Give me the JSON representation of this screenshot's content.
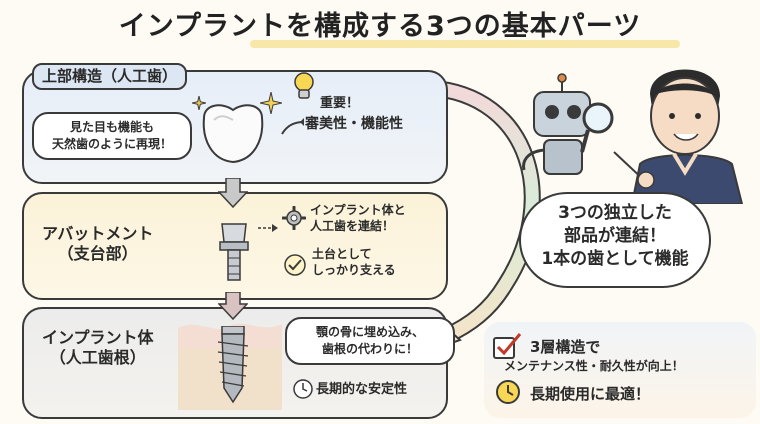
{
  "title": "インプラントを構成する3つの基本パーツ",
  "sections": {
    "top": {
      "tag": "上部構造（人工歯）",
      "bubble": [
        "見た目も機能も",
        "天然歯のように再現！"
      ],
      "notes": {
        "important": "重要！",
        "features": "審美性・機能性"
      }
    },
    "middle": {
      "tag_line1": "アバットメント",
      "tag_line2": "（支台部）",
      "notes": {
        "link_line1": "インプラント体と",
        "link_line2": "人工歯を連結！",
        "base_line1": "土台として",
        "base_line2": "しっかり支える"
      }
    },
    "bottom": {
      "tag_line1": "インプラント体",
      "tag_line2": "（人工歯根）",
      "bubble": [
        "顎の骨に埋め込み、",
        "歯根の代わりに！"
      ],
      "notes": {
        "stable": "長期的な安定性"
      }
    }
  },
  "center_bubble": [
    "3つの独立した",
    "部品が連結！",
    "1本の歯として機能"
  ],
  "bottom_points": {
    "line1": "3層構造で",
    "line2": "メンテナンス性・耐久性が向上！",
    "line3": "長期使用に最適！"
  },
  "colors": {
    "top_panel": "#e6eef8",
    "middle_panel": "#fbf2d8",
    "bottom_panel": "#ececec",
    "accent_red": "#c0392b",
    "accent_yellow": "#f4df8a"
  },
  "icons": [
    "sparkle-icon",
    "lightbulb-icon",
    "gear-icon",
    "check-icon",
    "clock-icon",
    "robot-icon",
    "dentist-character-icon",
    "tooth-crown-icon",
    "abutment-icon",
    "implant-screw-icon"
  ]
}
